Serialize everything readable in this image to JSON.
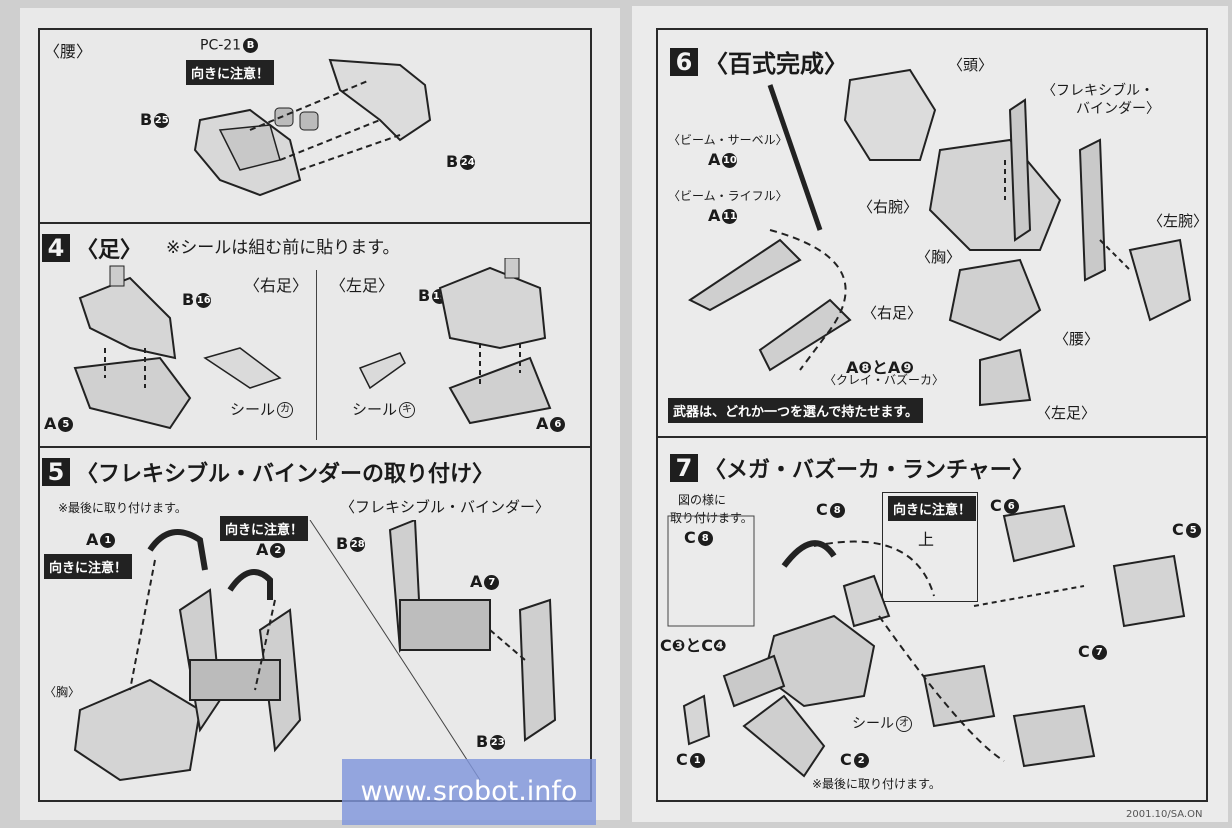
{
  "left": {
    "section_waist": {
      "title": "〈腰〉",
      "part_pc": "PC-21",
      "pc_mark": "B",
      "note": "向きに注意！",
      "part_a": "B",
      "part_a_num": "25",
      "part_b": "B",
      "part_b_num": "24"
    },
    "step4": {
      "number": "4",
      "title": "〈足〉",
      "note": "※シールは組む前に貼ります。",
      "right_foot": "〈右足〉",
      "left_foot": "〈左足〉",
      "b16": "B",
      "b16n": "16",
      "b19": "B",
      "b19n": "19",
      "a5": "A",
      "a5n": "5",
      "a6": "A",
      "a6n": "6",
      "seal_ka": "シール",
      "seal_ka_mark": "カ",
      "seal_ki": "シール",
      "seal_ki_mark": "キ"
    },
    "step5": {
      "number": "5",
      "title": "〈フレキシブル・バインダーの取り付け〉",
      "note_last": "※最後に取り付けます。",
      "subtitle": "〈フレキシブル・バインダー〉",
      "a1": "A",
      "a1n": "1",
      "a2": "A",
      "a2n": "2",
      "attention1": "向きに注意！",
      "attention2": "向きに注意！",
      "chest": "〈胸〉",
      "b28": "B",
      "b28n": "28",
      "a7": "A",
      "a7n": "7",
      "b23": "B",
      "b23n": "23"
    }
  },
  "right": {
    "step6": {
      "number": "6",
      "title": "〈百式完成〉",
      "head": "〈頭〉",
      "binder": "〈フレキシブル・",
      "binder2": "バインダー〉",
      "saber": "〈ビーム・サーベル〉",
      "a10": "A",
      "a10n": "10",
      "rifle": "〈ビーム・ライフル〉",
      "a11": "A",
      "a11n": "11",
      "right_arm": "〈右腕〉",
      "left_arm": "〈左腕〉",
      "chest": "〈胸〉",
      "right_foot": "〈右足〉",
      "waist": "〈腰〉",
      "left_foot": "〈左足〉",
      "bazooka_parts": "A❽とA❾",
      "bazooka": "〈クレイ・バズーカ〉",
      "weapon_note": "武器は、どれか一つを選んで持たせます。"
    },
    "step7": {
      "number": "7",
      "title": "〈メガ・バズーカ・ランチャー〉",
      "figure_note1": "図の様に",
      "figure_note2": "取り付けます。",
      "attention": "向きに注意！",
      "up": "上",
      "c8a": "C",
      "c8an": "8",
      "c8b": "C",
      "c8bn": "8",
      "c6": "C",
      "c6n": "6",
      "c5": "C",
      "c5n": "5",
      "c7": "C",
      "c7n": "7",
      "c3c4": "C❸とC❹",
      "c1": "C",
      "c1n": "1",
      "c2": "C",
      "c2n": "2",
      "seal_o": "シール",
      "seal_o_mark": "オ",
      "note_last": "※最後に取り付けます。"
    },
    "footer": "2001.10/SA.ON"
  },
  "watermark": "www.srobot.info"
}
